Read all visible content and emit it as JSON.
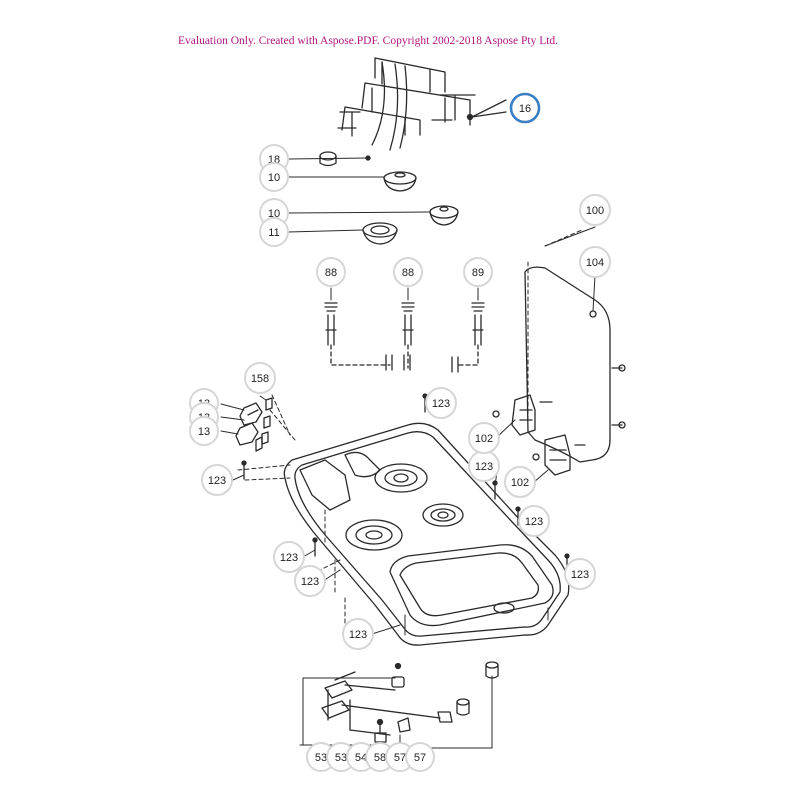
{
  "watermark": "Evaluation Only. Created with Aspose.PDF. Copyright 2002-2018 Aspose Pty Ltd.",
  "colors": {
    "callout_ring": "#d6d6d6",
    "highlight_ring": "#3a7fc4",
    "line": "#2a2a2a",
    "watermark": "#b0167e"
  },
  "callouts": [
    {
      "id": "c16",
      "label": "16",
      "highlighted": true
    },
    {
      "id": "c18",
      "label": "18"
    },
    {
      "id": "c10a",
      "label": "10"
    },
    {
      "id": "c10b",
      "label": "10"
    },
    {
      "id": "c11",
      "label": "11"
    },
    {
      "id": "c100",
      "label": "100"
    },
    {
      "id": "c104",
      "label": "104"
    },
    {
      "id": "c88a",
      "label": "88"
    },
    {
      "id": "c88b",
      "label": "88"
    },
    {
      "id": "c89",
      "label": "89"
    },
    {
      "id": "c158",
      "label": "158"
    },
    {
      "id": "c13a",
      "label": "13"
    },
    {
      "id": "c13b",
      "label": "13"
    },
    {
      "id": "c13c",
      "label": "13"
    },
    {
      "id": "c123a",
      "label": "123"
    },
    {
      "id": "c123b",
      "label": "123"
    },
    {
      "id": "c123c",
      "label": "123"
    },
    {
      "id": "c123d",
      "label": "123"
    },
    {
      "id": "c123e",
      "label": "123"
    },
    {
      "id": "c123f",
      "label": "123"
    },
    {
      "id": "c123g",
      "label": "123"
    },
    {
      "id": "c123h",
      "label": "123"
    },
    {
      "id": "c102a",
      "label": "102"
    },
    {
      "id": "c102b",
      "label": "102"
    },
    {
      "id": "c53a",
      "label": "53"
    },
    {
      "id": "c53b",
      "label": "53"
    },
    {
      "id": "c54",
      "label": "54"
    },
    {
      "id": "c58",
      "label": "58"
    },
    {
      "id": "c57a",
      "label": "57"
    },
    {
      "id": "c57b",
      "label": "57"
    }
  ]
}
